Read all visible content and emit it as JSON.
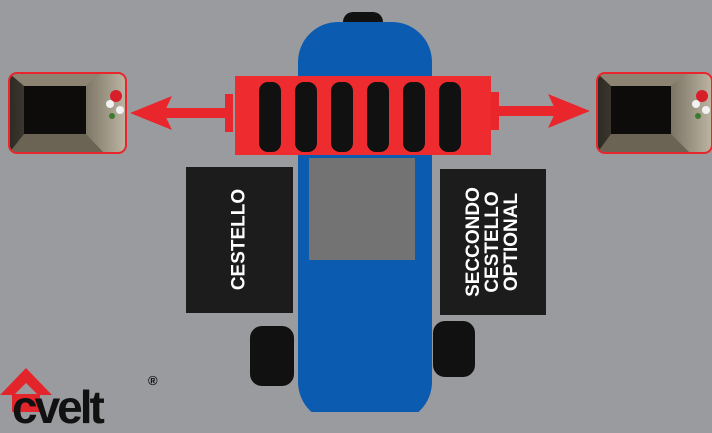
{
  "labels": {
    "left_box": "CESTELLO",
    "right_box": "SECCONDO\nCESTELLO\nOPTIONAL"
  },
  "logo": {
    "text": "cvelt",
    "registered": "®"
  },
  "colors": {
    "background": "#9a9b9f",
    "vehicle_body": "#0b5bb0",
    "vehicle_seat": "#737373",
    "basket_frame": "#ee2c2f",
    "basket_slot": "#111111",
    "side_box": "#1c1c1c",
    "arrow": "#e8262c",
    "logo_red": "#e3252b"
  },
  "icons": [
    "tunnel-photo-left",
    "tunnel-photo-right",
    "arrow-left-icon",
    "arrow-right-icon",
    "logo-arrow-icon"
  ]
}
